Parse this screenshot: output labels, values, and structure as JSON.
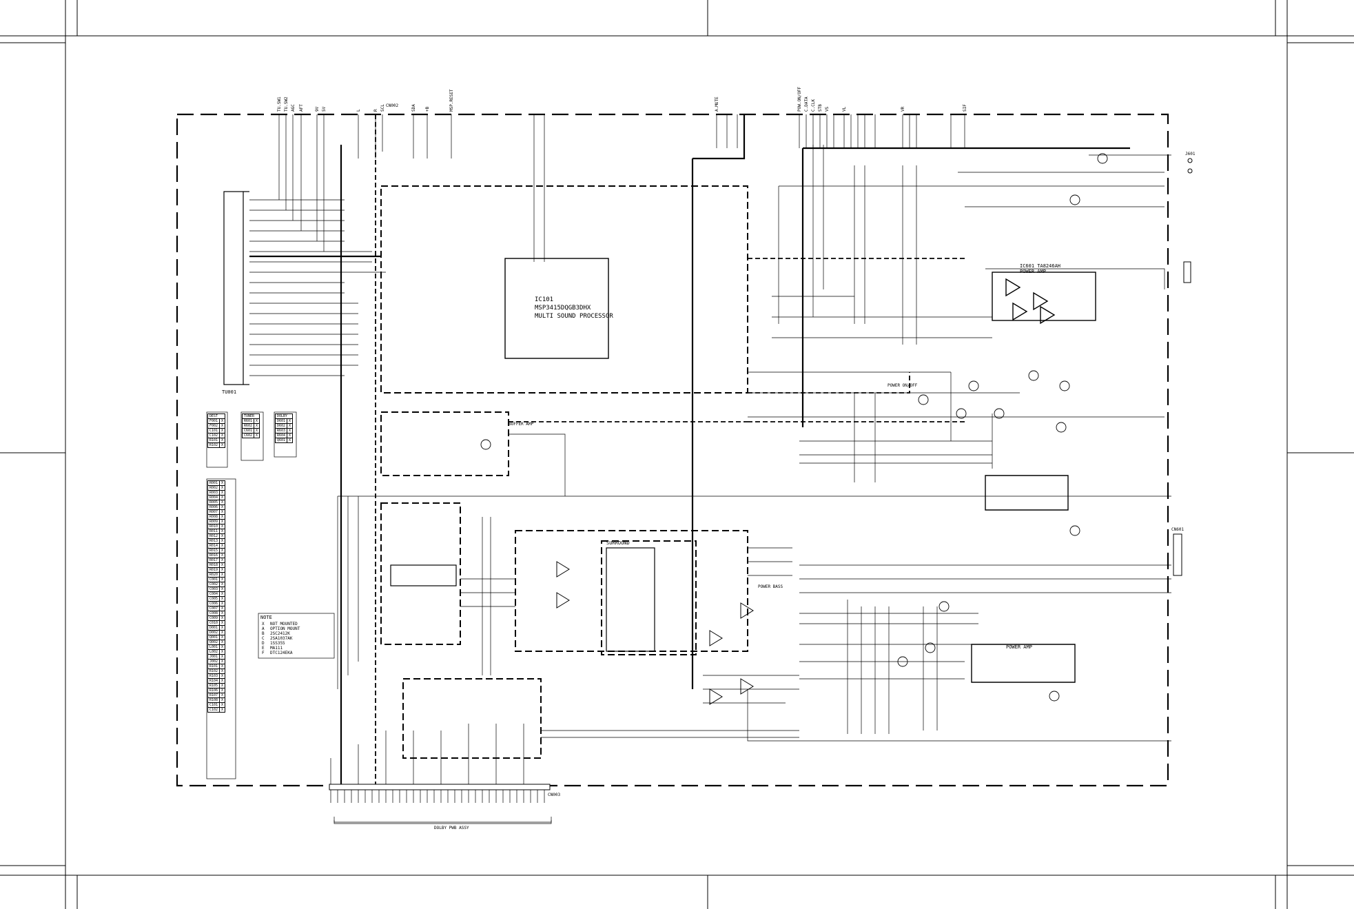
{
  "tuner": {
    "ref": "TU001"
  },
  "ic101": {
    "ref": "IC101",
    "part": "MSP3415DQGB3DHX",
    "desc": "MULTI SOUND PROCESSOR"
  },
  "power_amp_main": {
    "ref": "IC601 TA8246AH",
    "desc": "POWER AMP"
  },
  "power_amp_sub": {
    "desc": "POWER AMP"
  },
  "power_on_off": "POWER ON/OFF",
  "power_bass": "POWER BASS",
  "dolby_assy": "DOLBY PWB ASSY",
  "surround_ic": "SURROUND",
  "connectors": {
    "top": "CN002",
    "bottom": "CN003",
    "spk": "CN601",
    "jack": "J601"
  },
  "buffer_amp": "BUFFER AMP",
  "top_signals": [
    "TU.SW1",
    "TU.SW2",
    "AGC",
    "AFT",
    "9V",
    "5V",
    "L",
    "R",
    "SCL",
    "SDA",
    "+B",
    "MSP.RESET",
    "A.MUTE",
    "POW.ON/OFF",
    "C.DATA",
    "C.CLK",
    "STB",
    "VS",
    "VL",
    "VR",
    "SIF"
  ],
  "legend": {
    "title": "NOTE",
    "rows": [
      {
        "key": "X",
        "text": "NOT MOUNTED"
      },
      {
        "key": "A",
        "text": "OPTION MOUNT"
      },
      {
        "key": "B",
        "text": "2SC2412K"
      },
      {
        "key": "C",
        "text": "2SA1037AK"
      },
      {
        "key": "D",
        "text": "1SS355"
      },
      {
        "key": "E",
        "text": "MA111"
      },
      {
        "key": "F",
        "text": "DTC124EKA"
      }
    ]
  },
  "option_tables": [
    {
      "title": "DEST",
      "rows": [
        [
          "F001",
          "X"
        ],
        [
          "F002",
          "X"
        ],
        [
          "C101",
          "X"
        ],
        [
          "C102",
          "X"
        ],
        [
          "R101",
          "X"
        ],
        [
          "R102",
          "X"
        ]
      ]
    },
    {
      "title": "TUNER",
      "rows": [
        [
          "R601",
          "X"
        ],
        [
          "R602",
          "X"
        ],
        [
          "C601",
          "X"
        ],
        [
          "C602",
          "X"
        ]
      ]
    },
    {
      "title": "DOLBY",
      "rows": [
        [
          "D601",
          "X"
        ],
        [
          "D602",
          "X"
        ],
        [
          "R603",
          "X"
        ],
        [
          "R604",
          "X"
        ],
        [
          "Q601",
          "X"
        ]
      ]
    }
  ],
  "bom_rows": [
    [
      "R001",
      "X"
    ],
    [
      "R002",
      "X"
    ],
    [
      "R003",
      "X"
    ],
    [
      "R004",
      "X"
    ],
    [
      "R005",
      "X"
    ],
    [
      "R006",
      "X"
    ],
    [
      "R007",
      "X"
    ],
    [
      "R008",
      "X"
    ],
    [
      "R009",
      "X"
    ],
    [
      "R010",
      "X"
    ],
    [
      "R011",
      "X"
    ],
    [
      "R012",
      "X"
    ],
    [
      "R013",
      "X"
    ],
    [
      "R014",
      "X"
    ],
    [
      "R015",
      "X"
    ],
    [
      "R016",
      "X"
    ],
    [
      "R017",
      "X"
    ],
    [
      "R018",
      "X"
    ],
    [
      "R019",
      "X"
    ],
    [
      "R020",
      "X"
    ],
    [
      "C001",
      "X"
    ],
    [
      "C002",
      "X"
    ],
    [
      "C003",
      "X"
    ],
    [
      "C004",
      "X"
    ],
    [
      "C005",
      "X"
    ],
    [
      "C006",
      "X"
    ],
    [
      "C007",
      "X"
    ],
    [
      "C008",
      "X"
    ],
    [
      "C009",
      "X"
    ],
    [
      "C010",
      "X"
    ],
    [
      "D001",
      "X"
    ],
    [
      "D002",
      "X"
    ],
    [
      "Q001",
      "X"
    ],
    [
      "Q002",
      "X"
    ],
    [
      "L001",
      "X"
    ],
    [
      "L002",
      "X"
    ],
    [
      "J001",
      "X"
    ],
    [
      "J002",
      "X"
    ],
    [
      "R101",
      "X"
    ],
    [
      "R102",
      "X"
    ],
    [
      "R103",
      "X"
    ],
    [
      "R104",
      "X"
    ],
    [
      "R105",
      "X"
    ],
    [
      "R106",
      "X"
    ],
    [
      "R107",
      "X"
    ],
    [
      "R108",
      "X"
    ],
    [
      "C101",
      "X"
    ],
    [
      "C102",
      "X"
    ]
  ]
}
